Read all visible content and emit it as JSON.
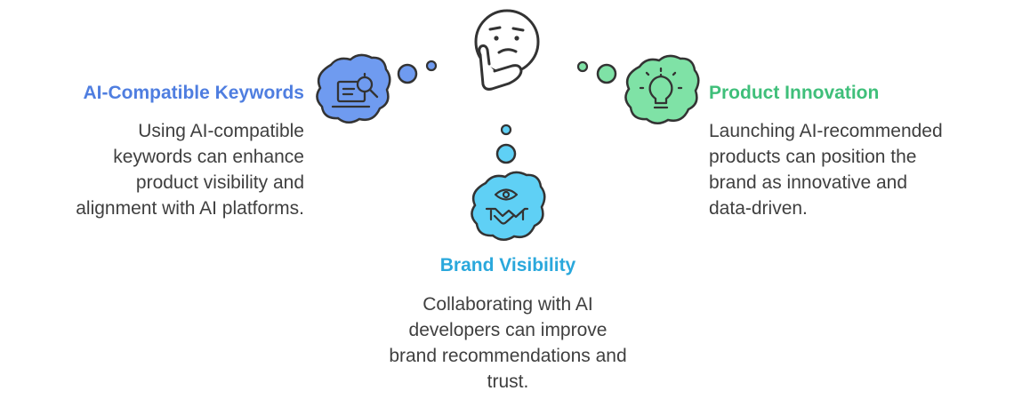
{
  "center": {
    "icon": "thinking-face-icon"
  },
  "nodes": [
    {
      "id": "keywords",
      "title": "AI-Compatible Keywords",
      "description_lines": [
        "Using AI-compatible",
        "keywords can enhance",
        "product visibility and",
        "alignment with AI platforms."
      ],
      "icon": "laptop-search-icon",
      "color": "#4f7ee0",
      "bubble_fill": "#6f9bf0"
    },
    {
      "id": "innovation",
      "title": "Product Innovation",
      "description_lines": [
        "Launching AI-recommended",
        "products can position the",
        "brand as innovative and",
        "data-driven."
      ],
      "icon": "lightbulb-icon",
      "color": "#3fbf7a",
      "bubble_fill": "#7fe2a6"
    },
    {
      "id": "visibility",
      "title": "Brand Visibility",
      "description_lines": [
        "Collaborating with AI",
        "developers can improve",
        "brand recommendations and",
        "trust."
      ],
      "icon": "eye-handshake-icon",
      "color": "#2aa8dc",
      "bubble_fill": "#5fd0f5"
    }
  ]
}
